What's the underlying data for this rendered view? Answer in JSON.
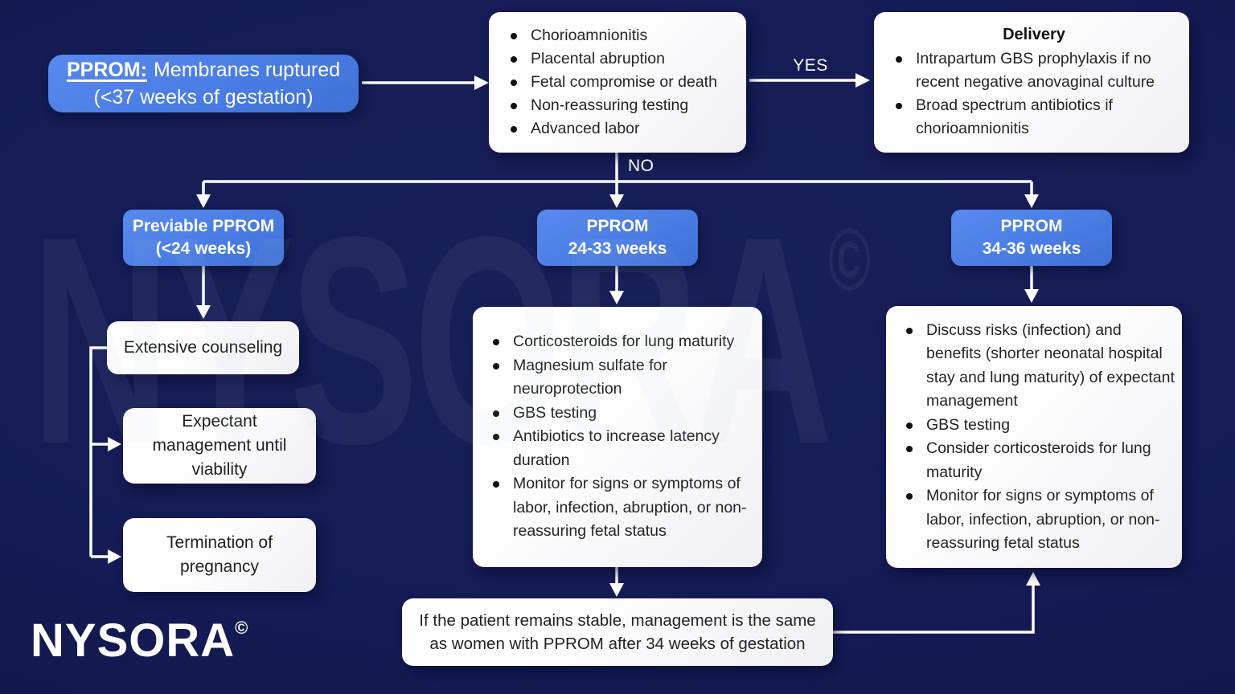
{
  "colors": {
    "background_navy": "#141b55",
    "accent_blue": "#4a7de4",
    "box_white": "#ffffff",
    "arrow_white": "#ffffff",
    "text_dark": "#242424"
  },
  "flowchart": {
    "root": {
      "term": "PPROM:",
      "text": "Membranes ruptured",
      "line2": "(<37 weeks of gestation)"
    },
    "criteria": {
      "items": [
        "Chorioamnionitis",
        "Placental abruption",
        "Fetal compromise or death",
        "Non-reassuring testing",
        "Advanced labor"
      ]
    },
    "yes_label": "YES",
    "no_label": "NO",
    "delivery": {
      "title": "Delivery",
      "items": [
        "Intrapartum GBS prophylaxis if no recent negative anovaginal culture",
        "Broad spectrum antibiotics if chorioamnionitis"
      ]
    },
    "branch_previable": {
      "line1": "Previable PPROM",
      "line2": "(<24 weeks)"
    },
    "branch_24_33": {
      "line1": "PPROM",
      "line2": "24-33 weeks"
    },
    "branch_34_36": {
      "line1": "PPROM",
      "line2": "34-36 weeks"
    },
    "previable_options": {
      "counseling": "Extensive counseling",
      "expectant": "Expectant management until viability",
      "termination": "Termination of pregnancy"
    },
    "management_24_33": {
      "items": [
        "Corticosteroids for lung maturity",
        "Magnesium sulfate for neuroprotection",
        "GBS testing",
        "Antibiotics to increase latency duration",
        "Monitor for signs or symptoms of labor, infection, abruption, or non-reassuring fetal status"
      ]
    },
    "management_34_36": {
      "items": [
        "Discuss risks (infection) and benefits (shorter neonatal hospital stay and lung maturity) of expectant management",
        "GBS testing",
        "Consider corticosteroids for lung maturity",
        "Monitor for signs or symptoms of labor, infection, abruption, or non-reassuring fetal status"
      ]
    },
    "stable_note": "If the patient remains stable, management is the same as women with PPROM after 34 weeks of gestation"
  },
  "branding": {
    "logo": "NYSORA",
    "logo_copyright": "©",
    "watermark": "NYSORA",
    "watermark_copyright": "©"
  }
}
